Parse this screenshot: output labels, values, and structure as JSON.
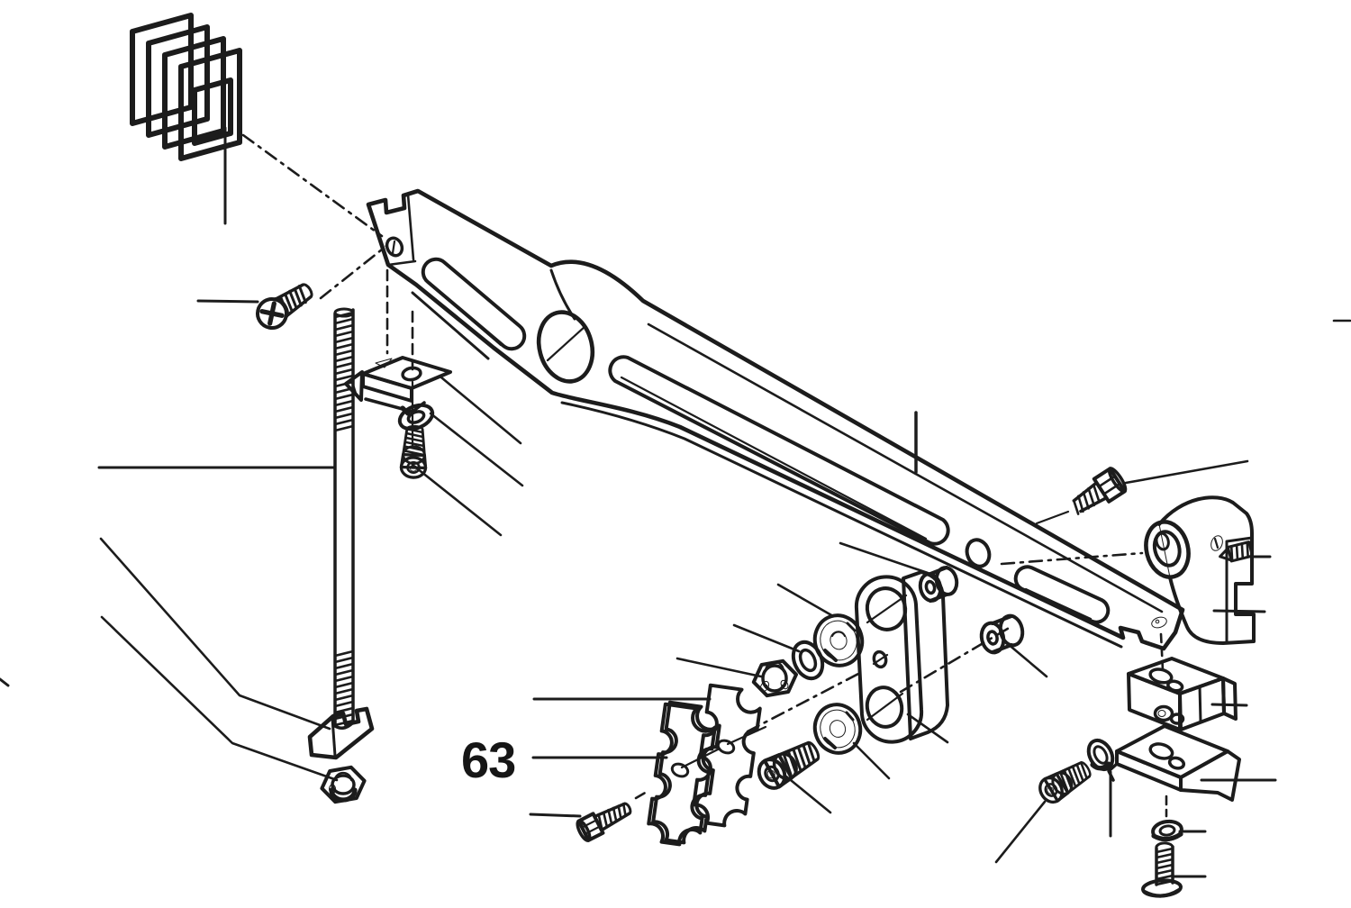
{
  "figure": {
    "type": "exploded-parts-diagram",
    "background_color": "#ffffff",
    "line_color": "#1c1c1c",
    "callout": {
      "number": "63"
    },
    "parts": [
      "buffer-pad-stack",
      "phillips-screw",
      "threaded-rod",
      "speed-nut-clip",
      "lock-washer",
      "cap-screw-upper",
      "control-arm",
      "hex-bolt",
      "clamp-cylinder",
      "set-screw",
      "spacer-bushing-front",
      "spacer-bushing-rear",
      "link-plate",
      "bearing-upper",
      "bearing-lower",
      "flat-washer-mid",
      "hex-nut-mid",
      "cap-screw-mid",
      "shim-plate-front",
      "shim-plate-rear",
      "hex-screw-small",
      "wedge-plate",
      "hex-nut-lower",
      "clamp-block",
      "strap-bracket",
      "washer-upper-right",
      "cap-screw-right",
      "washer-lower-right",
      "machine-screw-bottom"
    ]
  }
}
